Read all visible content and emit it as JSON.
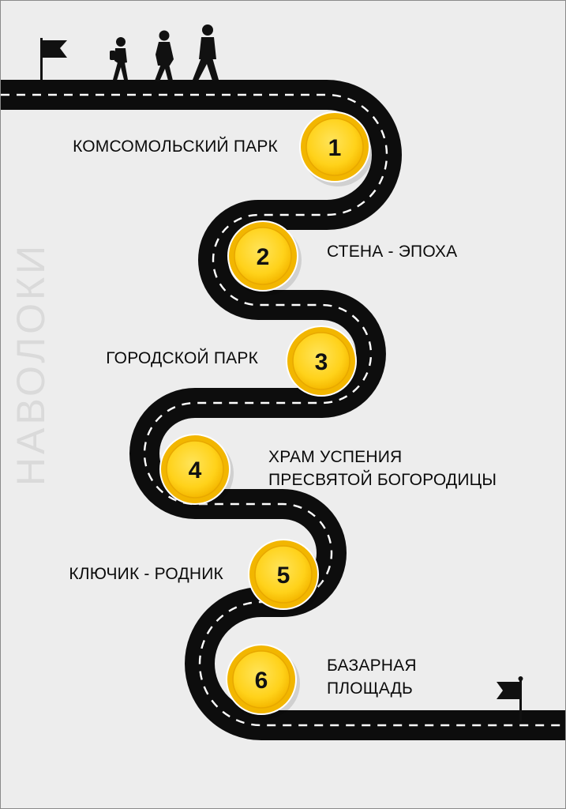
{
  "title": "НАВОЛОКИ",
  "stops": [
    {
      "number": "1",
      "label_lines": [
        "КОМСОМОЛЬСКИЙ ПАРК"
      ],
      "side": "left"
    },
    {
      "number": "2",
      "label_lines": [
        "СТЕНА - ЭПОХА"
      ],
      "side": "right"
    },
    {
      "number": "3",
      "label_lines": [
        "ГОРОДСКОЙ ПАРК"
      ],
      "side": "left"
    },
    {
      "number": "4",
      "label_lines": [
        "ХРАМ УСПЕНИЯ",
        "ПРЕСВЯТОЙ БОГОРОДИЦЫ"
      ],
      "side": "right"
    },
    {
      "number": "5",
      "label_lines": [
        "КЛЮЧИК - РОДНИК"
      ],
      "side": "left"
    },
    {
      "number": "6",
      "label_lines": [
        "БАЗАРНАЯ",
        "ПЛОЩАДЬ"
      ],
      "side": "right"
    }
  ],
  "icons": {
    "start": "start-flag-icon",
    "finish": "finish-flag-icon",
    "walkers": [
      "child-walker-icon",
      "woman-walker-icon",
      "man-walker-icon"
    ]
  },
  "colors": {
    "road": "#0d0d0d",
    "road_dash": "#ffffff",
    "marker_fill": "#ffd21a",
    "marker_ring": "#f2b600",
    "background": "#ededed",
    "text": "#0b0b0b",
    "title": "#dadada"
  }
}
